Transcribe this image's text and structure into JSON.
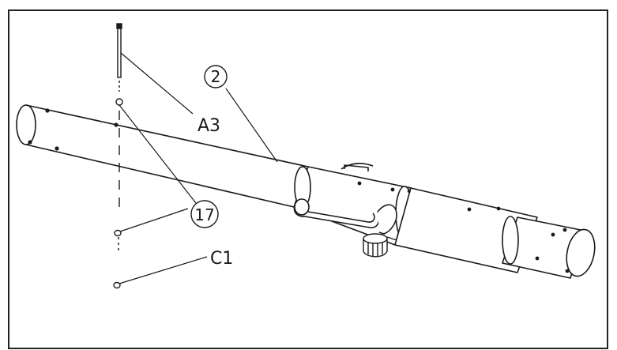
{
  "figure": {
    "labels": {
      "part_2": "2",
      "part_a3": "A3",
      "part_17": "17",
      "part_c1": "C1"
    },
    "line_color": "#1a1a1a",
    "background": "#ffffff"
  }
}
